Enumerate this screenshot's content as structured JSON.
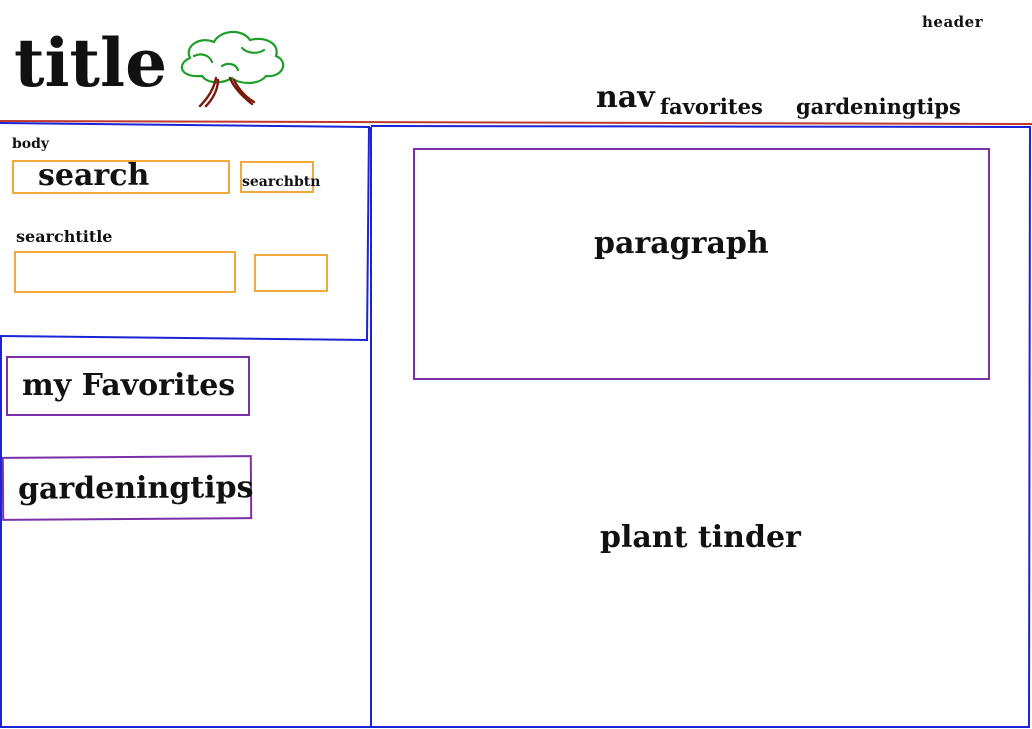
{
  "header": {
    "label": "header",
    "title": "title",
    "logo_icon": "tree-icon"
  },
  "nav": {
    "label": "nav",
    "links": [
      {
        "label": "favorites"
      },
      {
        "label": "gardeningtips"
      }
    ]
  },
  "sidebar": {
    "body_label": "body",
    "search": {
      "field_label": "search",
      "button_label": "searchbtn"
    },
    "searchtitle": {
      "label": "searchtitle",
      "field_value": "",
      "button_label": ""
    },
    "favorites_button": "my Favorites",
    "tips_button": "gardeningtips"
  },
  "main": {
    "paragraph": "paragraph",
    "plant_tinder": "plant tinder"
  },
  "colors": {
    "header_rule": "#c0392b",
    "region_border": "#1a23d6",
    "input_border": "#f0a93a",
    "button_border": "#7b2fa8",
    "tree_leaves": "#1f9e2a",
    "tree_trunk": "#7a1a0a"
  }
}
